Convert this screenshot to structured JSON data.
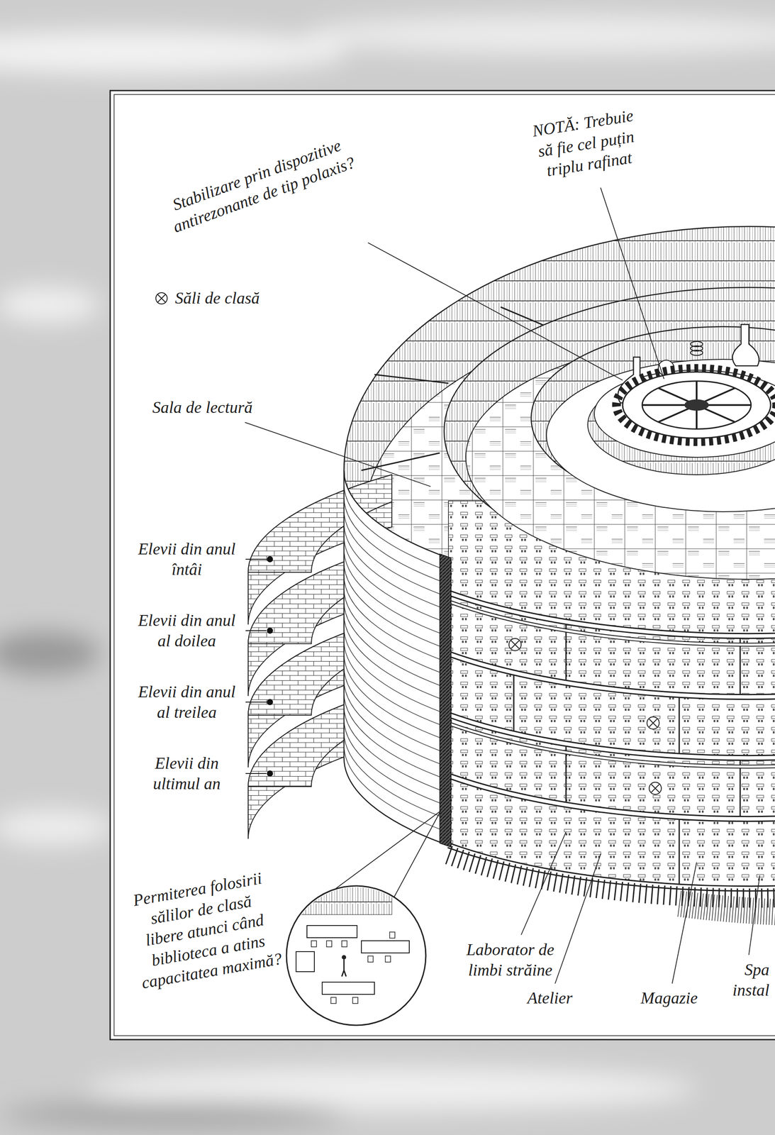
{
  "diagram": {
    "labels": [
      "Stabilizare prin dispozitive antirezonante de tip polaxis?",
      "NOTĂ: Trebuie să fie cel puțin triplu rafinat",
      "Sala de lectură",
      "Elevii din anul întâi",
      "Elevii din anul al doilea",
      "Elevii din anul al treilea",
      "Elevii din ultimul an",
      "Permiterea folosirii sălilor de clasă libere atunci când biblioteca a atins capacitatea maximă?",
      "Laborator de limbi străine",
      "Atelier",
      "Magazie",
      "Spa instal"
    ],
    "legend": [
      {
        "text": "Săli de clasă"
      }
    ]
  }
}
